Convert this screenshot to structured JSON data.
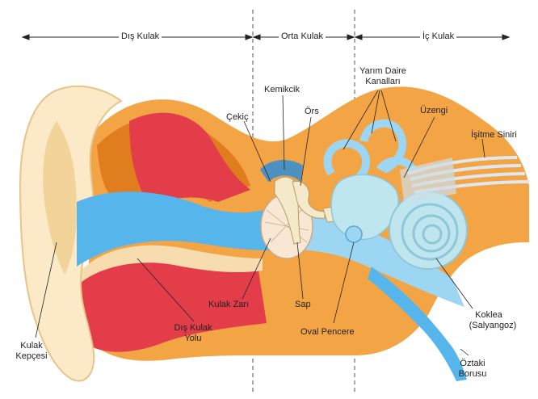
{
  "sections": {
    "outer": "Dış Kulak",
    "middle": "Orta Kulak",
    "inner": "İç Kulak"
  },
  "labels": {
    "kemikcik": "Kemikcik",
    "ors": "Örs",
    "cekic": "Çekiç",
    "yarim_daire_1": "Yarım Daire",
    "yarim_daire_2": "Kanalları",
    "uzengi": "Üzengi",
    "isitme_siniri": "İşitme Siniri",
    "kulak_zari": "Kulak Zarı",
    "sap": "Sap",
    "dis_kulak_yolu_1": "Dış Kulak",
    "dis_kulak_yolu_2": "Yolu",
    "oval_pencere": "Oval Pencere",
    "koklea_1": "Koklea",
    "koklea_2": "(Salyangoz)",
    "kulak_kepcesi_1": "Kulak",
    "kulak_kepcesi_2": "Kepçesi",
    "oztaki_1": "Öztaki",
    "oztaki_2": "Borusu"
  },
  "colors": {
    "bone_orange": "#f3a444",
    "bone_dark": "#e07d1f",
    "skin": "#f6dcae",
    "cartilage": "#fbe9c8",
    "muscle_red": "#e43d4a",
    "canal_blue": "#56b6ec",
    "canal_light": "#9cd6f3",
    "inner_ear": "#bfe6ef",
    "ossicle": "#f4e9c8"
  }
}
